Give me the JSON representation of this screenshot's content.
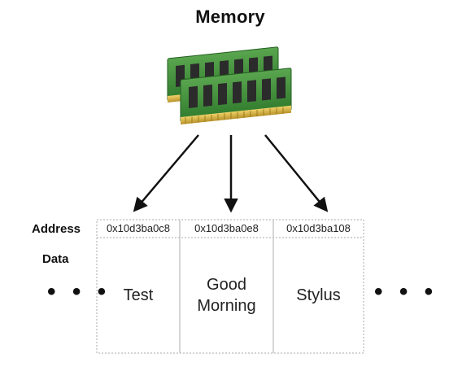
{
  "title": "Memory",
  "labels": {
    "address": "Address",
    "data": "Data"
  },
  "cells": [
    {
      "address": "0x10d3ba0c8",
      "value": "Test"
    },
    {
      "address": "0x10d3ba0e8",
      "value": "Good\nMorning"
    },
    {
      "address": "0x10d3ba108",
      "value": "Stylus"
    }
  ],
  "ellipsis": {
    "left": "• • •",
    "right": "• • •"
  },
  "colors": {
    "ram_pcb": "#3e8f3a",
    "ram_chip": "#2b2b2b",
    "ram_pins": "#d9b640",
    "arrow": "#111111",
    "grid_border": "#aaaaaa",
    "divider": "#c8c8c8"
  },
  "icons": {
    "memory": "ram-module-icon"
  }
}
